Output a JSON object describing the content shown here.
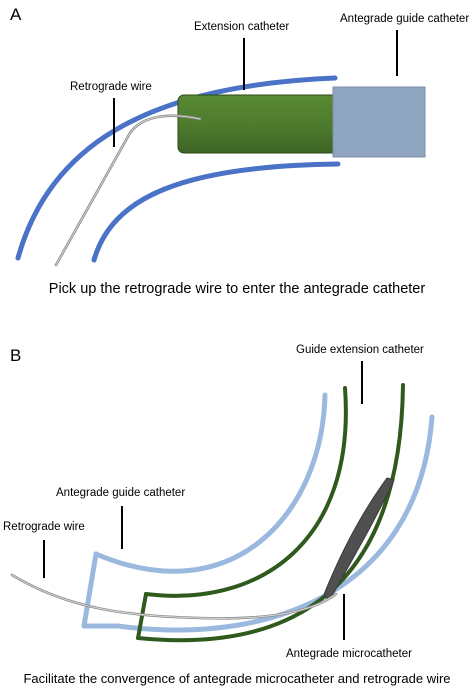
{
  "panel_a": {
    "letter": "A",
    "labels": {
      "extension_catheter": "Extension catheter",
      "antegrade_guide_catheter": "Antegrade guide catheter",
      "retrograde_wire": "Retrograde wire"
    },
    "caption": "Pick up the retrograde wire to enter the antegrade catheter"
  },
  "panel_b": {
    "letter": "B",
    "labels": {
      "guide_extension_catheter": "Guide extension catheter",
      "antegrade_guide_catheter": "Antegrade guide catheter",
      "retrograde_wire": "Retrograde wire",
      "antegrade_microcatheter": "Antegrade microcatheter"
    },
    "caption": "Facilitate the convergence of antegrade microcatheter and retrograde wire"
  },
  "colors": {
    "vessel_blue": "#4a72c6",
    "guide_catheter_light_blue": "#9bb8de",
    "antegrade_catheter_box": "#8fa4bf",
    "extension_catheter_green": "#4e7c2e",
    "guide_extension_dark_green": "#2f5a1e",
    "microcatheter_gray": "#505050",
    "wire_gray": "#9a9a9a"
  }
}
